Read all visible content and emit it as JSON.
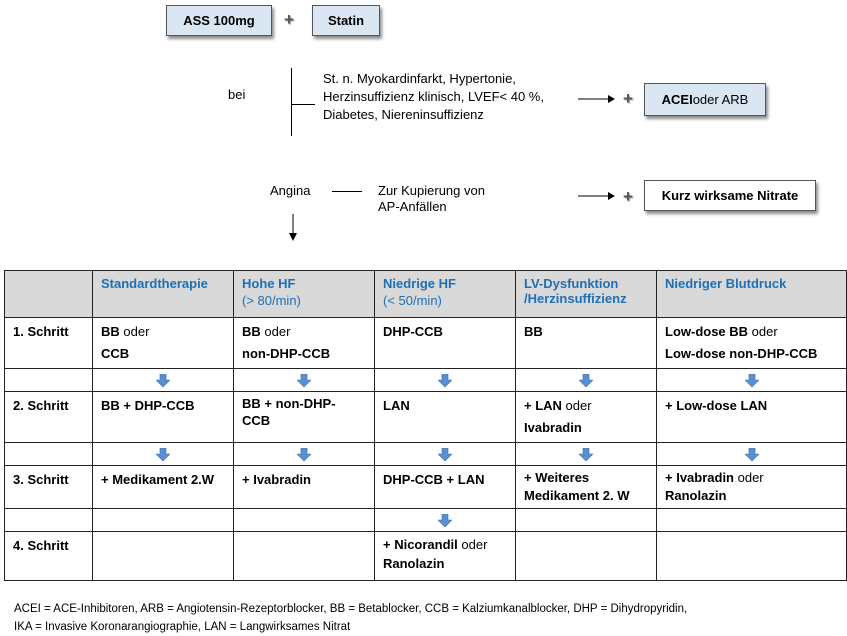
{
  "top": {
    "ass": "ASS 100mg",
    "statin": "Statin",
    "bei": "bei",
    "conditions": [
      "St. n. Myokardinfarkt, Hypertonie,",
      "Herzinsuffizienz klinisch, LVEF< 40 %,",
      "Diabetes, Niereninsuffizienz"
    ],
    "acei": "ACEI",
    "acei_rest": " oder ARB",
    "angina": "Angina",
    "kupierung": [
      "Zur Kupierung von",
      "AP-Anfällen"
    ],
    "nitrate": "Kurz wirksame Nitrate",
    "plus": "+"
  },
  "table": {
    "headers": [
      {
        "title": "",
        "sub": ""
      },
      {
        "title": "Standardtherapie",
        "sub": ""
      },
      {
        "title": "Hohe HF",
        "sub": "(> 80/min)"
      },
      {
        "title": "Niedrige HF",
        "sub": "(< 50/min)"
      },
      {
        "title": "LV-Dysfunktion",
        "sub": "/Herzinsuffizienz"
      },
      {
        "title": "Niedriger Blutdruck",
        "sub": ""
      }
    ],
    "row1": {
      "label": "1. Schritt",
      "c1a": "BB",
      "c1b": " oder",
      "c1c": "CCB",
      "c2a": "BB",
      "c2b": " oder",
      "c2c": "non-DHP-CCB",
      "c3": "DHP-CCB",
      "c4": "BB",
      "c5a": "Low-dose BB",
      "c5b": " oder",
      "c5c": "Low-dose non-DHP-CCB"
    },
    "row2": {
      "label": "2. Schritt",
      "c1": "BB + DHP-CCB",
      "c2a": "BB + non-DHP-",
      "c2b": "CCB",
      "c3": "LAN",
      "c4a": "+ LAN",
      "c4b": " oder",
      "c4c": "Ivabradin",
      "c5": "+ Low-dose LAN"
    },
    "row3": {
      "label": "3. Schritt",
      "c1": "+ Medikament 2.W",
      "c2": "+ Ivabradin",
      "c3": "DHP-CCB + LAN",
      "c4a": "+ Weiteres",
      "c4b": "Medikament 2. W",
      "c5a": "+ Ivabradin",
      "c5b": " oder",
      "c5c": "Ranolazin"
    },
    "row4": {
      "label": "4. Schritt",
      "c3a": "+ Nicorandil",
      "c3b": " oder",
      "c3c": "Ranolazin"
    }
  },
  "legend": [
    "ACEI = ACE-Inhibitoren, ARB = Angiotensin-Rezeptorblocker, BB = Betablocker, CCB = Kalziumkanalblocker, DHP = Dihydropyridin,",
    "IKA = Invasive Koronarangiographie, LAN = Langwirksames Nitrat"
  ],
  "colors": {
    "header_text": "#1f6fb5",
    "box_blue": "#dbe6f3",
    "arrow_blue": "#5b8fd0",
    "header_bg": "#d9d9d9"
  }
}
